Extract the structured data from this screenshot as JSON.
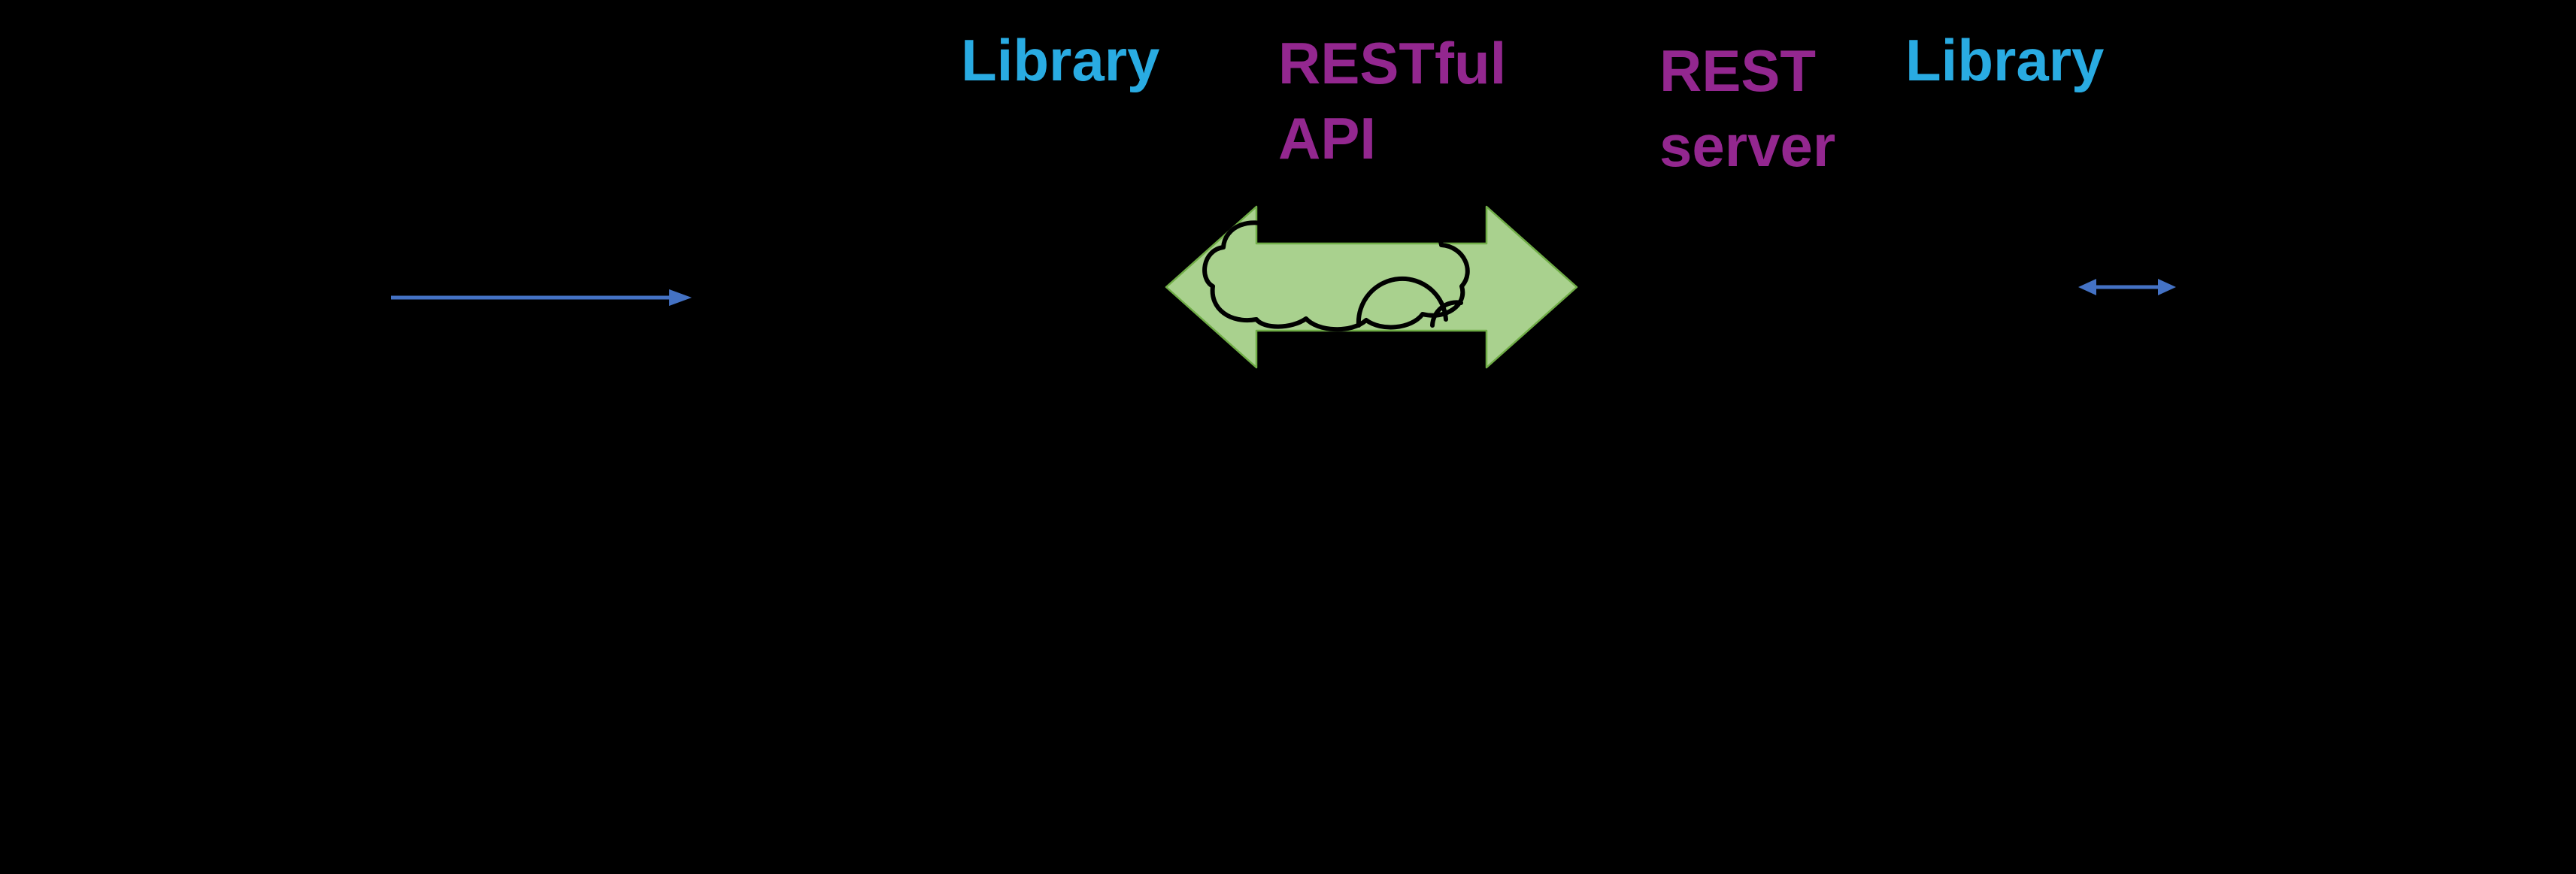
{
  "title": "REST client-server architecture diagram",
  "colors": {
    "background": "#000000",
    "library_color": "#29ABE2",
    "rest_color": "#93278F",
    "arrow_blue": "#4472C4",
    "green_fill": "#A9D18E",
    "green_stroke": "#70AD47",
    "cloud_stroke": "#000000"
  },
  "labels": {
    "library_left": "Library",
    "restful_api": "RESTful\nAPI",
    "rest_server": "REST\nserver",
    "library_right": "Library"
  },
  "icons": {
    "left_arrow": "right-arrow",
    "cloud_arrow": "cloud-double-arrow",
    "right_double_arrow": "left-right-arrow"
  }
}
